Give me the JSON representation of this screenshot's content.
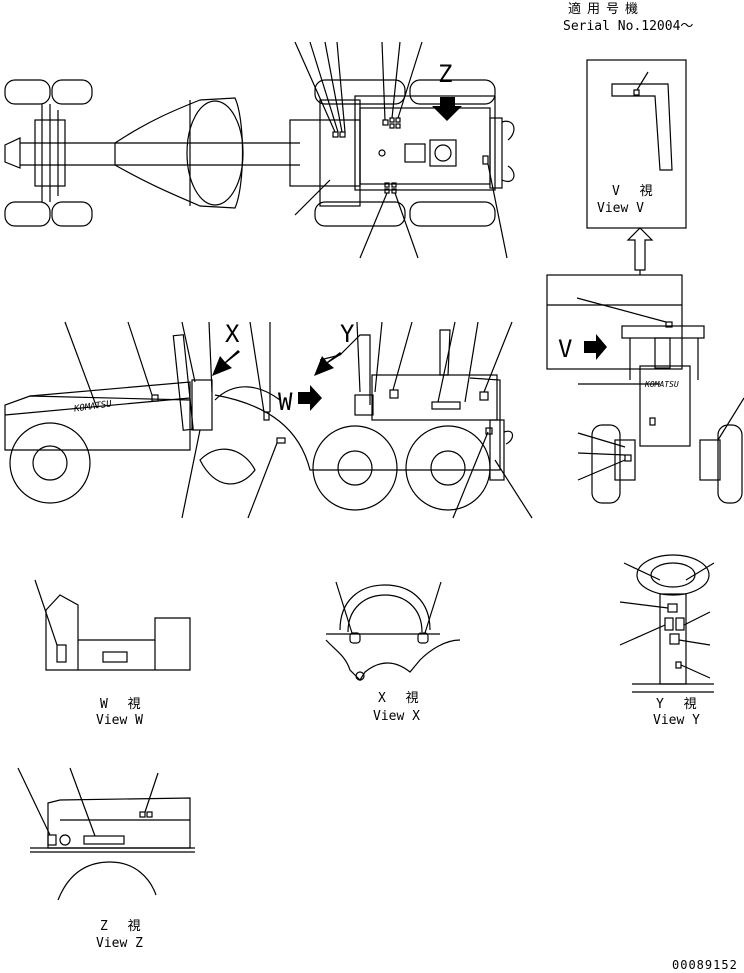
{
  "header": {
    "applicable_jp": "適用号機",
    "serial": "Serial No.12004～"
  },
  "view_letters": {
    "z": "Z",
    "x": "X",
    "y": "Y",
    "w": "W",
    "v": "V"
  },
  "views": {
    "v": {
      "jp": "V 視",
      "en": "View V"
    },
    "w": {
      "jp": "W 視",
      "en": "View W"
    },
    "x": {
      "jp": "X 視",
      "en": "View X"
    },
    "y": {
      "jp": "Y 視",
      "en": "View Y"
    },
    "z": {
      "jp": "Z 視",
      "en": "View Z"
    }
  },
  "brand_text": "KOMATSU",
  "drawing_number": "00089152"
}
